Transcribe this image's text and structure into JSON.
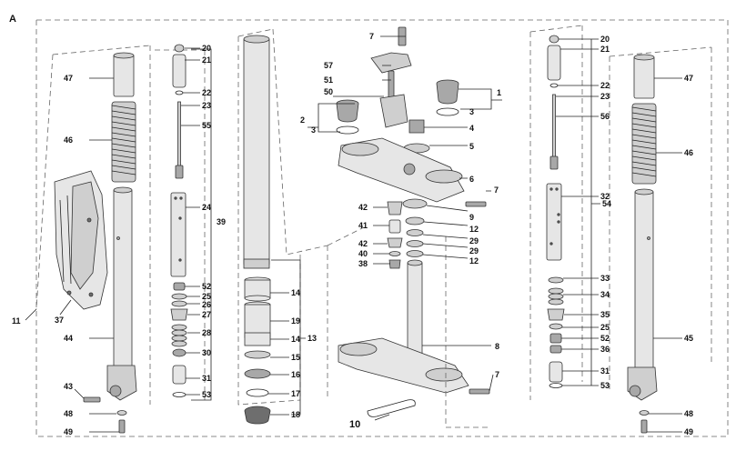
{
  "figure_letter": "A",
  "labels": {
    "p1": "1",
    "p2": "2",
    "p3a": "3",
    "p3b": "3",
    "p4": "4",
    "p5": "5",
    "p6": "6",
    "p7a": "7",
    "p7b": "7",
    "p7c": "7",
    "p8": "8",
    "p9": "9",
    "p10": "10",
    "p11": "11",
    "p12a": "12",
    "p12b": "12",
    "p13": "13",
    "p14a": "14",
    "p14b": "14",
    "p15": "15",
    "p16": "16",
    "p17": "17",
    "p18": "18",
    "p19": "19",
    "p20a": "20",
    "p20b": "20",
    "p21a": "21",
    "p21b": "21",
    "p22a": "22",
    "p22b": "22",
    "p23a": "23",
    "p23b": "23",
    "p24": "24",
    "p25a": "25",
    "p25b": "25",
    "p26": "26",
    "p27": "27",
    "p28": "28",
    "p29a": "29",
    "p29b": "29",
    "p30": "30",
    "p31a": "31",
    "p31b": "31",
    "p32": "32",
    "p33": "33",
    "p34": "34",
    "p35": "35",
    "p36": "36",
    "p37": "37",
    "p38": "38",
    "p39": "39",
    "p40": "40",
    "p41": "41",
    "p42a": "42",
    "p42b": "42",
    "p43": "43",
    "p44": "44",
    "p45": "45",
    "p46a": "46",
    "p46b": "46",
    "p47a": "47",
    "p47b": "47",
    "p48a": "48",
    "p48b": "48",
    "p49a": "49",
    "p49b": "49",
    "p50": "50",
    "p51": "51",
    "p52a": "52",
    "p52b": "52",
    "p53a": "53",
    "p53b": "53",
    "p54": "54",
    "p55": "55",
    "p56": "56",
    "p57": "57"
  }
}
